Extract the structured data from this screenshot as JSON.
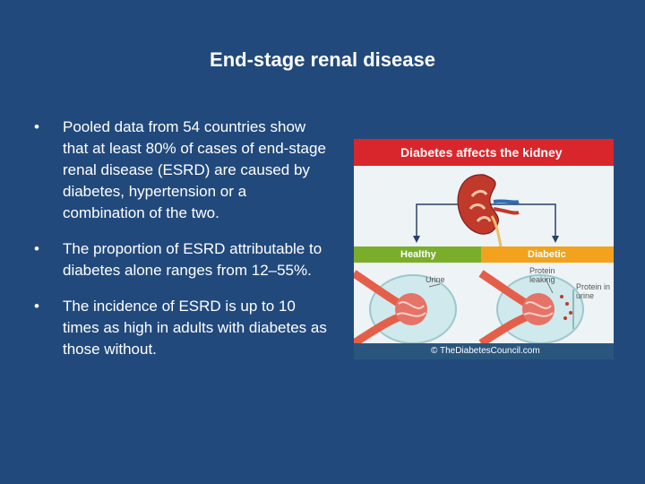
{
  "slide": {
    "title": "End-stage renal disease",
    "bullets": [
      {
        "marker": "•",
        "text": "Pooled data from 54 countries show that at least 80% of cases of end-stage renal disease (ESRD) are caused by diabetes, hypertension or a combination of the two."
      },
      {
        "marker": "•",
        "text": "The proportion of ESRD attributable to diabetes alone ranges from 12–55%."
      },
      {
        "marker": "•",
        "text": "The incidence of ESRD is up to 10 times as high in adults with diabetes as those without."
      }
    ]
  },
  "figure": {
    "header": "Diabetes affects the kidney",
    "healthy_label": "Healthy",
    "diabetic_label": "Diabetic",
    "urine_label": "Urine",
    "protein_leaking_label": "Protein leaking",
    "protein_in_urine_label": "Protein in urine",
    "footer": "© TheDiabetesCouncil.com",
    "icons": [
      "kidney-icon",
      "healthy-glomerulus-icon",
      "diabetic-glomerulus-icon"
    ]
  },
  "colors": {
    "background": "#21497c",
    "header_red": "#d9262c",
    "healthy_green": "#7aae2a",
    "diabetic_orange": "#f2a21c",
    "footer_blue": "#2a567e"
  }
}
